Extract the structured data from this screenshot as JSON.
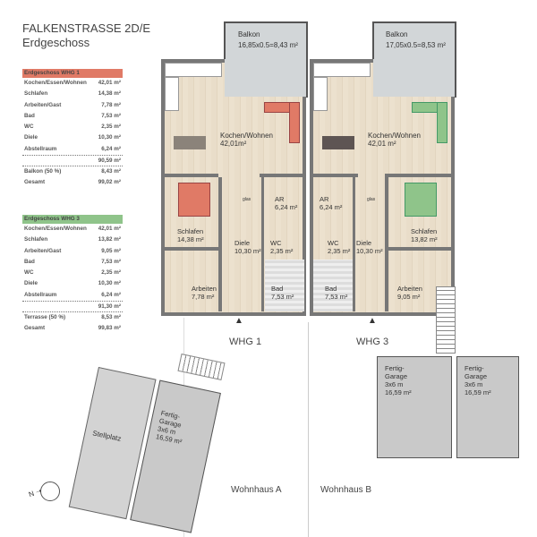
{
  "header": {
    "title": "FALKENSTRASSE 2D/E",
    "subtitle": "Erdgeschoss"
  },
  "colors": {
    "whg1": "#e07a66",
    "whg3": "#8fc48a",
    "floor": "#e9ddc9",
    "balcony": "#d2d6d8"
  },
  "whg1_table": {
    "heading": "Erdgeschoss WHG 1",
    "rows": [
      {
        "room": "Kochen/Essen/Wohnen",
        "area": "42,01 m²"
      },
      {
        "room": "Schlafen",
        "area": "14,38 m²"
      },
      {
        "room": "Arbeiten/Gast",
        "area": "7,78 m²"
      },
      {
        "room": "Bad",
        "area": "7,53 m²"
      },
      {
        "room": "WC",
        "area": "2,35 m²"
      },
      {
        "room": "Diele",
        "area": "10,30 m²"
      },
      {
        "room": "Abstellraum",
        "area": "6,24 m²"
      }
    ],
    "subtotal": "90,59 m²",
    "extra_label": "Balkon (50 %)",
    "extra_area": "8,43 m²",
    "total_label": "Gesamt",
    "total": "99,02 m²"
  },
  "whg3_table": {
    "heading": "Erdgeschoss WHG 3",
    "rows": [
      {
        "room": "Kochen/Essen/Wohnen",
        "area": "42,01 m²"
      },
      {
        "room": "Schlafen",
        "area": "13,82 m²"
      },
      {
        "room": "Arbeiten/Gast",
        "area": "9,05 m²"
      },
      {
        "room": "Bad",
        "area": "7,53 m²"
      },
      {
        "room": "WC",
        "area": "2,35 m²"
      },
      {
        "room": "Diele",
        "area": "10,30 m²"
      },
      {
        "room": "Abstellraum",
        "area": "6,24 m²"
      }
    ],
    "subtotal": "91,30 m²",
    "extra_label": "Terrasse (50 %)",
    "extra_area": "8,53 m²",
    "total_label": "Gesamt",
    "total": "99,83 m²"
  },
  "plan": {
    "whg1": {
      "label": "WHG 1",
      "balkon": "Balkon",
      "balkon_area": "16,85x0.5=8,43 m²",
      "wohnen": "Kochen/Wohnen",
      "wohnen_area": "42,01m²",
      "schlafen": "Schlafen",
      "schlafen_area": "14,38 m²",
      "ar": "AR",
      "ar_area": "6,24 m²",
      "diele": "Diele",
      "diele_area": "10,30 m²",
      "wc": "WC",
      "wc_area": "2,35 m²",
      "arbeiten": "Arbeiten",
      "arbeiten_area": "7,78 m²",
      "bad": "Bad",
      "bad_area": "7,53 m²",
      "glas": "glas"
    },
    "whg3": {
      "label": "WHG 3",
      "balkon": "Balkon",
      "balkon_area": "17,05x0.5=8,53 m²",
      "wohnen": "Kochen/Wohnen",
      "wohnen_area": "42,01 m²",
      "schlafen": "Schlafen",
      "schlafen_area": "13,82 m²",
      "ar": "AR",
      "ar_area": "6,24 m²",
      "diele": "Diele",
      "diele_area": "10,30 m²",
      "wc": "WC",
      "wc_area": "2,35 m²",
      "arbeiten": "Arbeiten",
      "arbeiten_area": "9,05 m²",
      "bad": "Bad",
      "bad_area": "7,53 m²",
      "glas": "glas"
    },
    "garages_right": [
      {
        "line1": "Fertig-",
        "line2": "Garage",
        "line3": "3x6 m",
        "line4": "16,59 m²"
      },
      {
        "line1": "Fertig-",
        "line2": "Garage",
        "line3": "3x6 m",
        "line4": "16,59 m²"
      }
    ],
    "garage_left": {
      "line1": "Fertig-",
      "line2": "Garage",
      "line3": "3x6 m",
      "line4": "16,59 m²"
    },
    "stellplatz": "Stellplatz",
    "house_a": "Wohnhaus A",
    "house_b": "Wohnhaus B"
  }
}
